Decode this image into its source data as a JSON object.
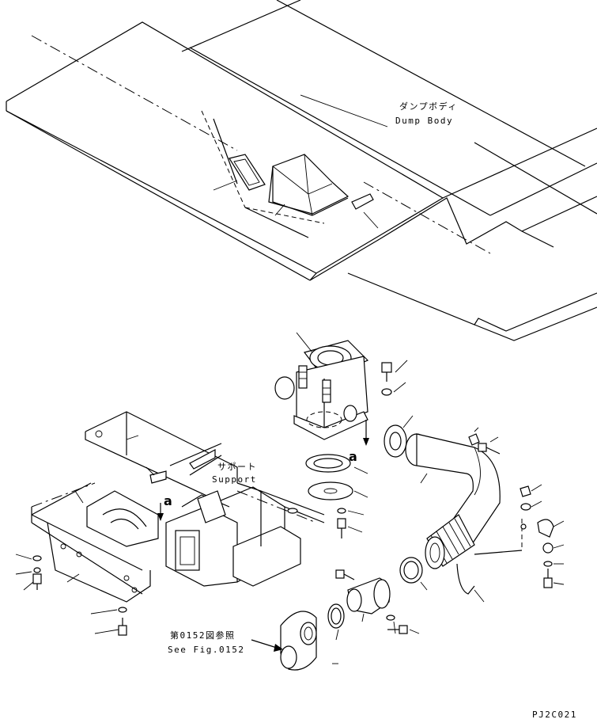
{
  "labels": {
    "dump_body_jp": "ダンプボディ",
    "dump_body_en": "Dump Body",
    "support_jp": "サポート",
    "support_en": "Support",
    "see_fig_jp": "第0152図参照",
    "see_fig_en": "See Fig.0152",
    "view_mark_1": "a",
    "view_mark_2": "a",
    "drawing_code": "PJ2C021"
  }
}
